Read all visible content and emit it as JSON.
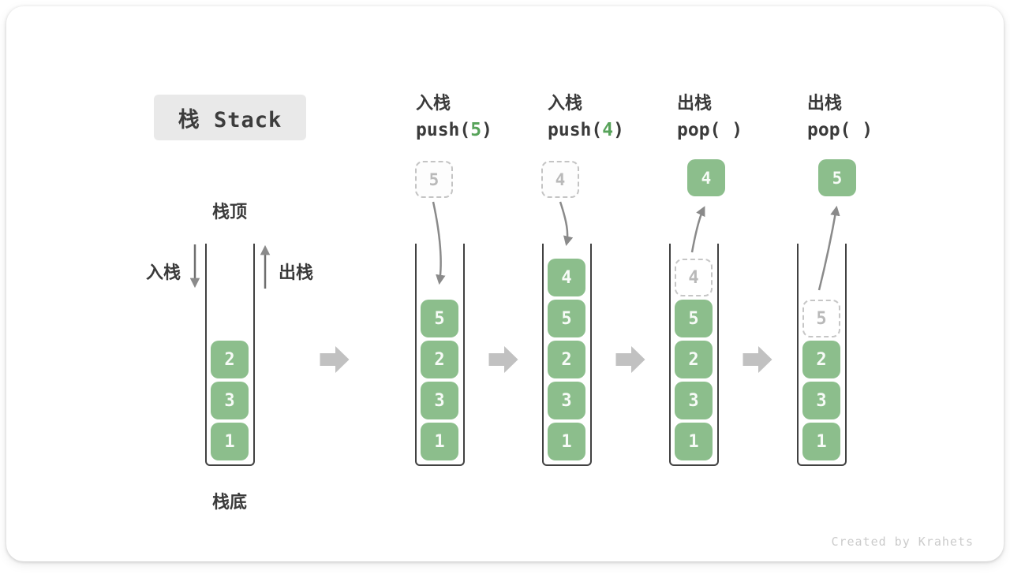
{
  "title": "栈 Stack",
  "watermark": "Created by Krahets",
  "side_labels": {
    "stack_top": "栈顶",
    "stack_bottom": "栈底",
    "push_side": "入栈",
    "pop_side": "出栈"
  },
  "operations": [
    {
      "label": "入栈",
      "code_open": "push(",
      "code_arg": "5",
      "code_close": ")"
    },
    {
      "label": "入栈",
      "code_open": "push(",
      "code_arg": "4",
      "code_close": ")"
    },
    {
      "label": "出栈",
      "code_open": "pop(",
      "code_arg": " ",
      "code_close": ")"
    },
    {
      "label": "出栈",
      "code_open": "pop(",
      "code_arg": " ",
      "code_close": ")"
    }
  ],
  "floating_values": {
    "push5": "5",
    "push4": "4",
    "pop4": "4",
    "pop5": "5"
  },
  "stacks": [
    {
      "name": "initial",
      "blocks": [
        {
          "value": "2"
        },
        {
          "value": "3"
        },
        {
          "value": "1"
        }
      ]
    },
    {
      "name": "after-push-5",
      "blocks": [
        {
          "value": "5"
        },
        {
          "value": "2"
        },
        {
          "value": "3"
        },
        {
          "value": "1"
        }
      ]
    },
    {
      "name": "after-push-4",
      "blocks": [
        {
          "value": "4"
        },
        {
          "value": "5"
        },
        {
          "value": "2"
        },
        {
          "value": "3"
        },
        {
          "value": "1"
        }
      ]
    },
    {
      "name": "after-pop-4",
      "blocks": [
        {
          "value": "4",
          "ghost": true
        },
        {
          "value": "5"
        },
        {
          "value": "2"
        },
        {
          "value": "3"
        },
        {
          "value": "1"
        }
      ]
    },
    {
      "name": "after-pop-5",
      "blocks": [
        {
          "value": "5",
          "ghost": true
        },
        {
          "value": "2"
        },
        {
          "value": "3"
        },
        {
          "value": "1"
        }
      ]
    }
  ],
  "colors": {
    "block_green": "#8cbe8c",
    "accent_green": "#57a35a",
    "curve_arrow_gray": "#8a8a8a",
    "block_arrow_gray": "#c1c1c1",
    "ghost_gray": "#b9b9b9",
    "container_stroke": "#414141",
    "title_bg": "#e9e9e9"
  }
}
